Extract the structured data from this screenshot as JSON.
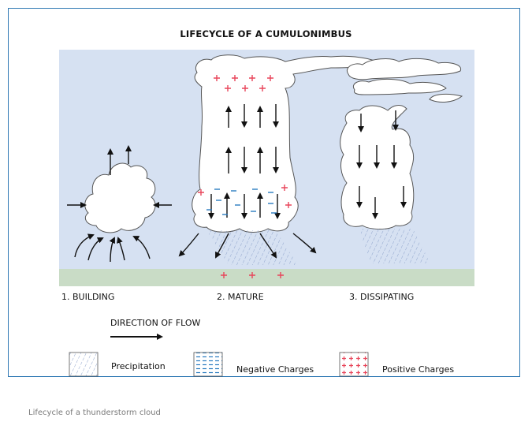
{
  "title": "LIFECYCLE OF A CUMULONIMBUS",
  "stages": [
    {
      "label": "1. BUILDING"
    },
    {
      "label": "2. MATURE"
    },
    {
      "label": "3. DISSIPATING"
    }
  ],
  "flow_label": "DIRECTION OF FLOW",
  "legend": {
    "precipitation": "Precipitation",
    "negative": "Negative Charges",
    "positive": "Positive Charges"
  },
  "caption": "Lifecycle of a thunderstorm cloud",
  "colors": {
    "sky": "#d6e1f2",
    "ground": "#c9dcc6",
    "frame": "#2f78b3",
    "positive": "#e8455a",
    "negative": "#2a7cc0",
    "rain": "#8fa4cc"
  }
}
